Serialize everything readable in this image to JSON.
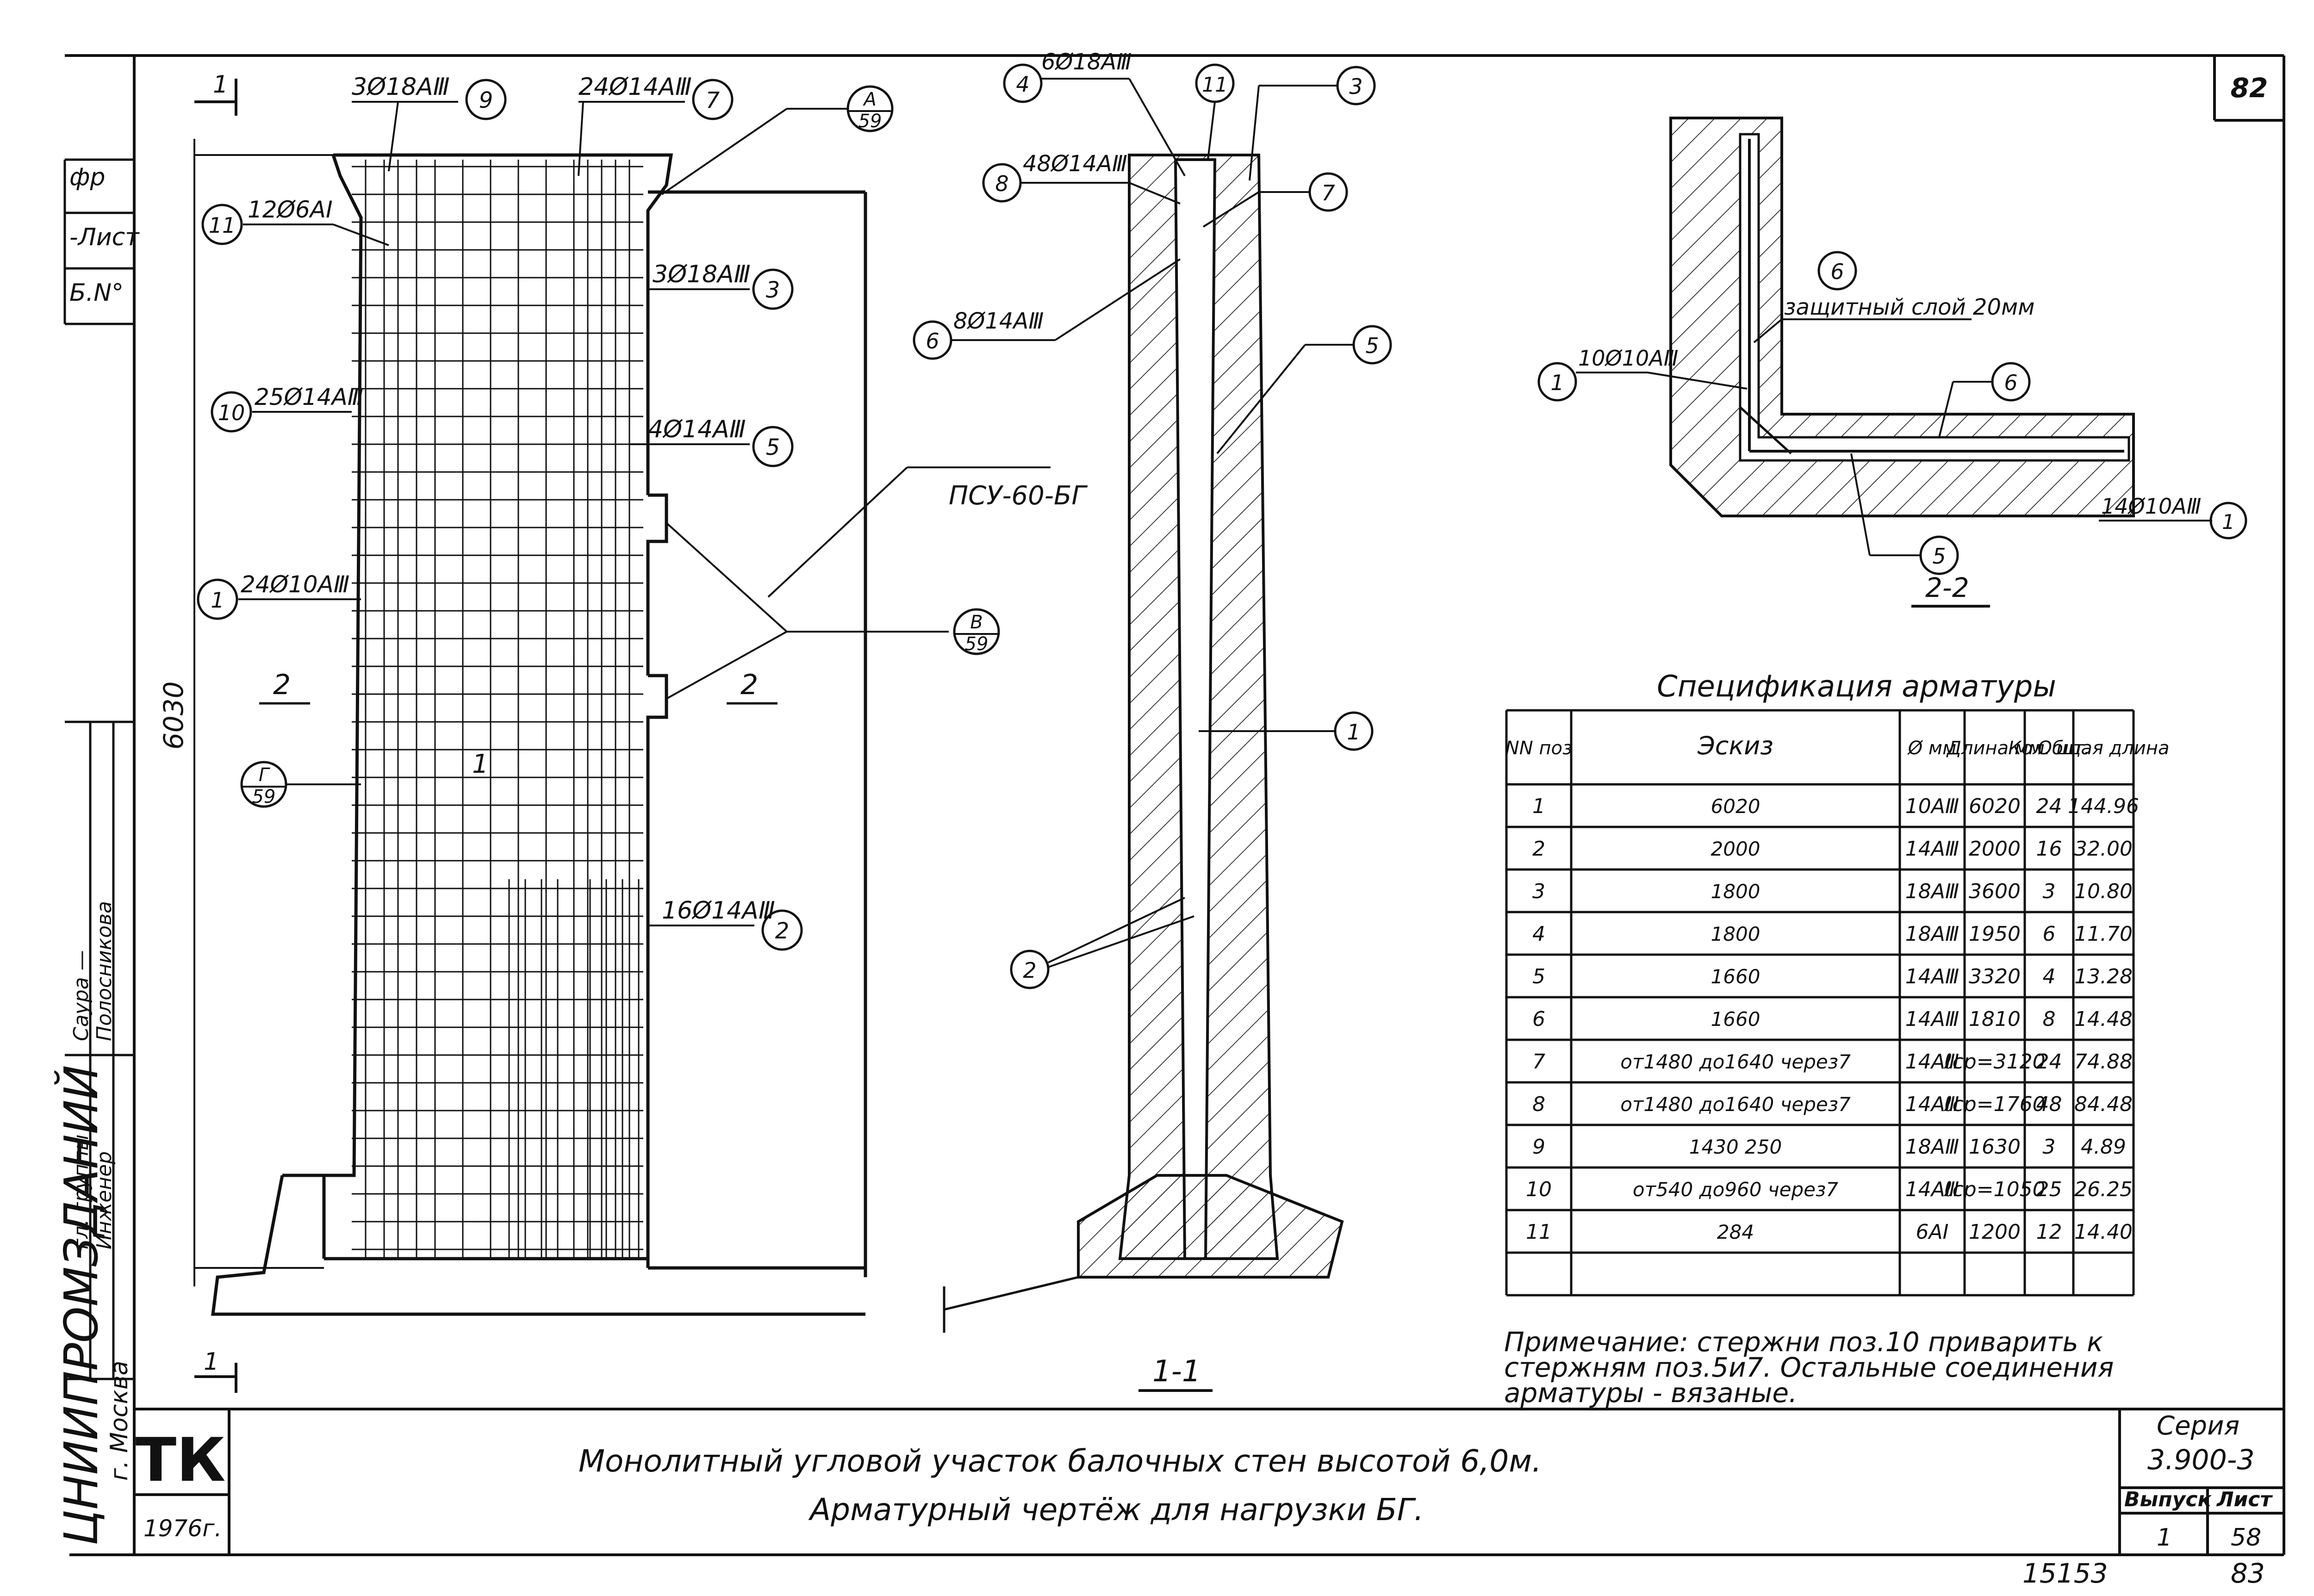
{
  "sheet": {
    "sheet_no": "82",
    "side_stamp": [
      "фр",
      "-Лист",
      "Б.N°"
    ],
    "vertical_org": "ЦНИИПРОМЗДАНИЙ",
    "city": "г. Москва",
    "staff_roles": [
      "гл. группы",
      "Инженер"
    ],
    "staff_names": [
      "Саура —",
      "Полосникова"
    ]
  },
  "elevation": {
    "section_marker": "1",
    "height": "6030",
    "section_left": "2",
    "section_right": "2",
    "center_mark": "1",
    "unit": "ПСУ-60-БГ",
    "callouts": [
      {
        "ref": "9",
        "text": "3Ø18АⅢ"
      },
      {
        "ref": "7",
        "text": "24Ø14АⅢ"
      },
      {
        "ref": "11",
        "text": "12Ø6АI"
      },
      {
        "ref": "3",
        "text": "3Ø18АⅢ"
      },
      {
        "ref": "10",
        "text": "25Ø14АⅢ"
      },
      {
        "ref": "5",
        "text": "4Ø14АⅢ"
      },
      {
        "ref": "1",
        "text": "24Ø10АⅢ"
      },
      {
        "ref": "2",
        "text": "16Ø14АⅢ"
      }
    ],
    "node_refs": [
      {
        "top": "А",
        "bottom": "59"
      },
      {
        "top": "В",
        "bottom": "59"
      },
      {
        "top": "Г",
        "bottom": "59"
      }
    ]
  },
  "section_1_1": {
    "title": "1-1",
    "callouts": [
      {
        "ref": "4",
        "text": "6Ø18АⅢ"
      },
      {
        "ref": "11",
        "text": ""
      },
      {
        "ref": "3",
        "text": ""
      },
      {
        "ref": "8",
        "text": "48Ø14АⅢ"
      },
      {
        "ref": "7",
        "text": ""
      },
      {
        "ref": "6",
        "text": "8Ø14АⅢ"
      },
      {
        "ref": "5",
        "text": ""
      },
      {
        "ref": "1",
        "text": ""
      },
      {
        "ref": "2",
        "text": ""
      }
    ]
  },
  "section_2_2": {
    "title": "2-2",
    "cover_note": "защитный слой 20мм",
    "callouts": [
      {
        "ref": "6",
        "text": ""
      },
      {
        "ref": "1",
        "text": "10Ø10АⅢ"
      },
      {
        "ref": "6",
        "text": ""
      },
      {
        "ref": "5",
        "text": ""
      },
      {
        "ref": "1",
        "text": "14Ø10АⅢ"
      }
    ]
  },
  "spec": {
    "title": "Спецификация арматуры",
    "headers": [
      "NN поз",
      "Эскиз",
      "Ø мм",
      "Длина мм",
      "Кол. шт.",
      "Общая длина"
    ],
    "rows": [
      [
        "1",
        "6020",
        "10АⅢ",
        "6020",
        "24",
        "144.96"
      ],
      [
        "2",
        "2000",
        "14АⅢ",
        "2000",
        "16",
        "32.00"
      ],
      [
        "3",
        "1800",
        "18АⅢ",
        "3600",
        "3",
        "10.80"
      ],
      [
        "4",
        "1800",
        "18АⅢ",
        "1950",
        "6",
        "11.70"
      ],
      [
        "5",
        "1660",
        "14АⅢ",
        "3320",
        "4",
        "13.28"
      ],
      [
        "6",
        "1660",
        "14АⅢ",
        "1810",
        "8",
        "14.48"
      ],
      [
        "7",
        "от1480 до1640 через7",
        "14АⅢ",
        "ℓср=3120",
        "24",
        "74.88"
      ],
      [
        "8",
        "от1480 до1640 через7",
        "14АⅢ",
        "ℓср=1760",
        "48",
        "84.48"
      ],
      [
        "9",
        "1430 250",
        "18АⅢ",
        "1630",
        "3",
        "4.89"
      ],
      [
        "10",
        "от540 до960 через7",
        "14АⅢ",
        "ℓср=1050",
        "25",
        "26.25"
      ],
      [
        "11",
        "284",
        "6АI",
        "1200",
        "12",
        "14.40"
      ]
    ]
  },
  "note": [
    "Примечание: стержни поз.10 приварить к",
    "стержням поз.5и7. Остальные соединения",
    "арматуры - вязаные."
  ],
  "title_block": {
    "logo": "ТК",
    "year": "1976г.",
    "title_line1": "Монолитный угловой участок балочных стен высотой 6,0м.",
    "title_line2": "Арматурный чертёж для нагрузки БГ.",
    "series_label": "Серия",
    "series": "3.900-3",
    "issue_label": "Выпуск",
    "sheet_label": "Лист",
    "issue": "1",
    "sheet": "58",
    "archive_no": "15153",
    "page_no": "83"
  }
}
